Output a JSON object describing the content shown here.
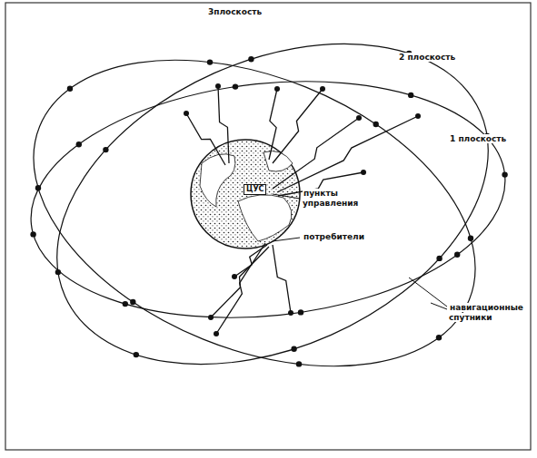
{
  "diagram": {
    "nodes": [
      {
        "text": [
          "ЦУС"
        ]
      }
    ],
    "labels": [
      "3плоскость",
      "2 плоскость",
      "1 плоскость",
      "пункты управления",
      "потребители",
      "навигационные спутники"
    ]
  }
}
